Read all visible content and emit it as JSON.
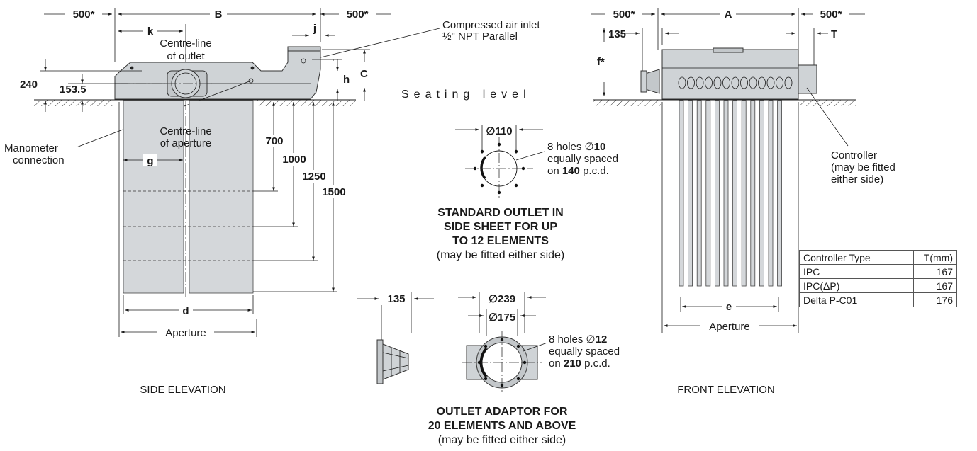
{
  "side_elevation": {
    "title": "SIDE ELEVATION",
    "dim_500_left": "500*",
    "dim_B": "B",
    "dim_500_right": "500*",
    "dim_k": "k",
    "dim_j": "j",
    "dim_h": "h",
    "dim_C": "C",
    "dim_240": "240",
    "dim_153_5": "153.5",
    "dim_g": "g",
    "dim_d": "d",
    "dim_700": "700",
    "dim_1000": "1000",
    "dim_1250": "1250",
    "dim_1500": "1500",
    "aperture": "Aperture",
    "centreline_outlet_1": "Centre-line",
    "centreline_outlet_2": "of outlet",
    "centreline_aperture_1": "Centre-line",
    "centreline_aperture_2": "of aperture",
    "manometer_1": "Manometer",
    "manometer_2": "connection",
    "air_inlet_1": "Compressed air inlet",
    "air_inlet_2": "½\" NPT Parallel"
  },
  "seating_level": "Seating level",
  "standard_outlet": {
    "diameter": "∅110",
    "holes_prefix": "8 holes ∅",
    "holes_size": "10",
    "spacing": "equally spaced",
    "on": "on",
    "pcd_value": "140",
    "pcd_suffix": "p.c.d.",
    "title_1": "STANDARD OUTLET IN",
    "title_2": "SIDE SHEET FOR UP",
    "title_3": "TO 12 ELEMENTS",
    "note": "(may be fitted either side)"
  },
  "outlet_adaptor": {
    "dim_135": "135",
    "diameter_outer": "∅239",
    "diameter_inner": "∅175",
    "holes_prefix": "8 holes ∅",
    "holes_size": "12",
    "spacing": "equally spaced",
    "on": "on",
    "pcd_value": "210",
    "pcd_suffix": "p.c.d.",
    "title_1": "OUTLET ADAPTOR FOR",
    "title_2": "20 ELEMENTS AND ABOVE",
    "note": "(may be fitted either side)"
  },
  "front_elevation": {
    "title": "FRONT ELEVATION",
    "dim_500_left": "500*",
    "dim_A": "A",
    "dim_500_right": "500*",
    "dim_135": "135",
    "dim_T": "T",
    "dim_f": "f*",
    "dim_e": "e",
    "aperture": "Aperture",
    "controller_1": "Controller",
    "controller_2": "(may be fitted",
    "controller_3": "either side)"
  },
  "controller_table": {
    "headers": [
      "Controller Type",
      "T(mm)"
    ],
    "rows": [
      [
        "IPC",
        "167"
      ],
      [
        "IPC(ΔP)",
        "167"
      ],
      [
        "Delta P-C01",
        "176"
      ]
    ]
  }
}
